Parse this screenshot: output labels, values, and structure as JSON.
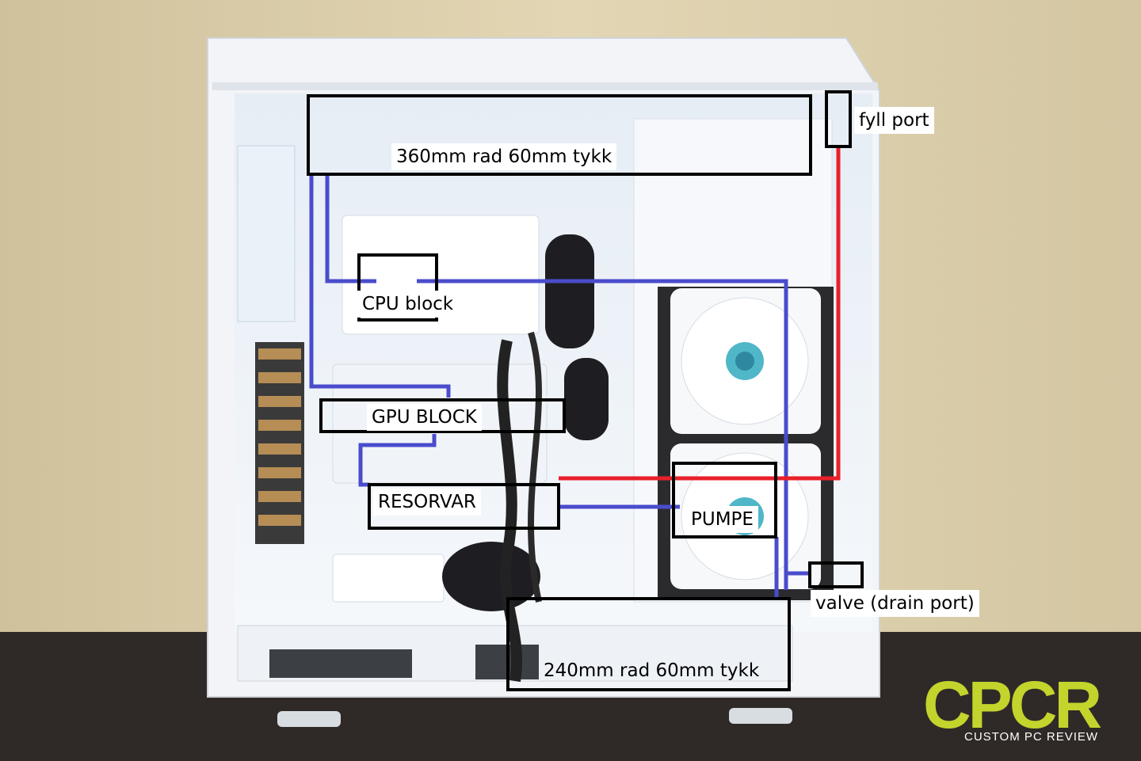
{
  "annotations": {
    "rad360": "360mm rad 60mm tykk",
    "fill_port": "fyll port",
    "cpu_block": "CPU block",
    "gpu_block": "GPU BLOCK",
    "reservoir": "RESORVAR",
    "pump": "PUMPE",
    "drain_valve": "valve (drain port)",
    "rad240": "240mm rad 60mm tykk"
  },
  "watermark": {
    "logo_text": "CPCR",
    "tagline": "CUSTOM PC REVIEW"
  },
  "colors": {
    "cold_loop": "#4a4ccc",
    "hot_loop": "#e8202a",
    "box_outline": "#000000",
    "logo": "#c3d42d",
    "wall": "#d9cba6",
    "table": "#2f2a27",
    "case": "#f4f6f9"
  }
}
